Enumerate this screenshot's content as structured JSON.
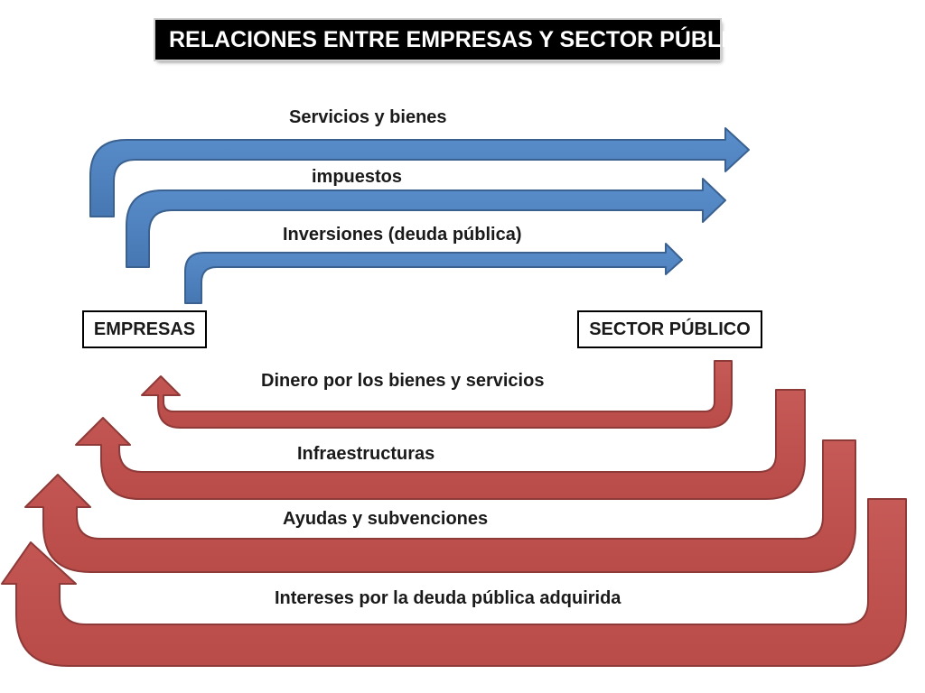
{
  "title": "RELACIONES ENTRE EMPRESAS Y SECTOR PÚBLICO",
  "nodes": {
    "empresas": "EMPRESAS",
    "sector_publico": "SECTOR PÚBLICO"
  },
  "flows_empresas_to_sector": [
    {
      "label": "Servicios y bienes"
    },
    {
      "label": "impuestos"
    },
    {
      "label": "Inversiones (deuda pública)"
    }
  ],
  "flows_sector_to_empresas": [
    {
      "label": "Dinero por los bienes y servicios"
    },
    {
      "label": "Infraestructuras"
    },
    {
      "label": "Ayudas y subvenciones"
    },
    {
      "label": "Intereses por la deuda pública adquirida"
    }
  ],
  "colors": {
    "blue_fill": "#4F81BD",
    "blue_stroke": "#3A6190",
    "red_fill": "#C0504D",
    "red_stroke": "#8E3A38"
  }
}
